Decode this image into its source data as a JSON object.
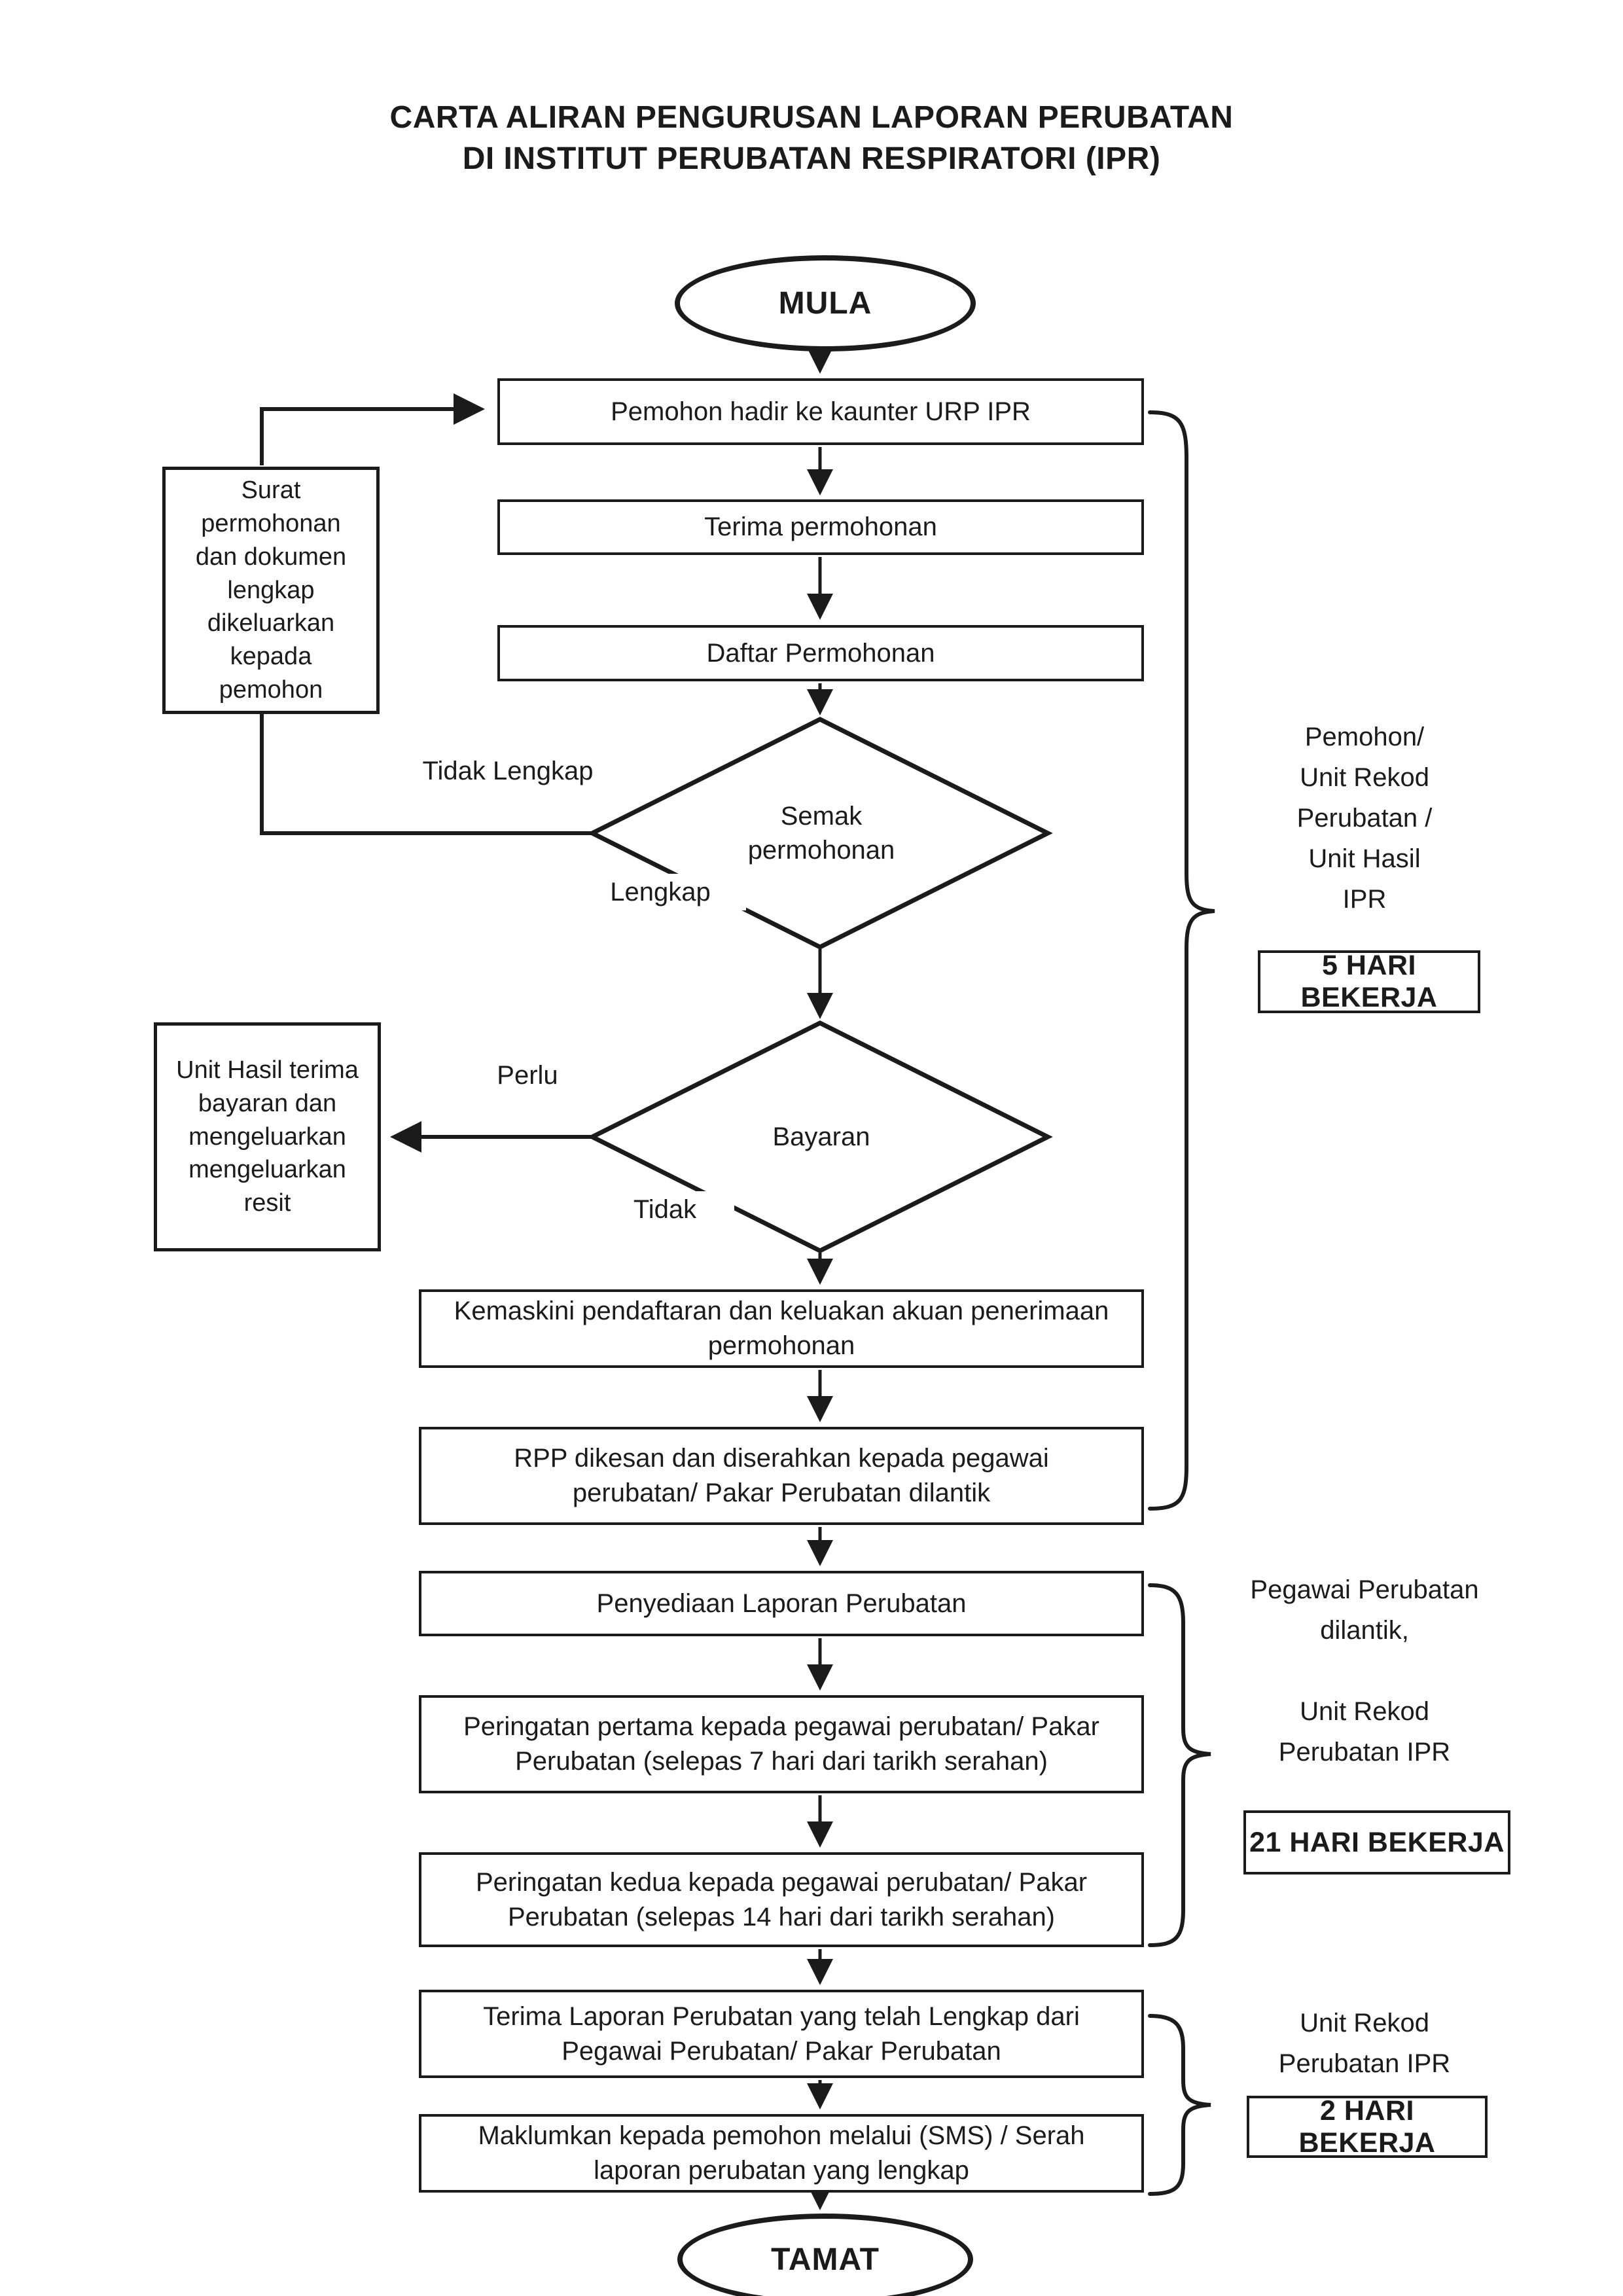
{
  "title": "CARTA ALIRAN PENGURUSAN LAPORAN PERUBATAN\nDI INSTITUT PERUBATAN RESPIRATORI (IPR)",
  "nodes": {
    "start": "MULA",
    "pemohon_hadir": "Pemohon hadir ke kaunter URP IPR",
    "terima_permohonan": "Terima permohonan",
    "daftar_permohonan": "Daftar Permohonan",
    "semak_permohonan": "Semak\npermohonan",
    "surat_permohonan": "Surat\npermohonan\ndan dokumen\nlengkap\ndikeluarkan\nkepada\npemohon",
    "bayaran": "Bayaran",
    "unit_hasil": "Unit Hasil terima\nbayaran dan\nmengeluarkan\nmengeluarkan\nresit",
    "kemaskini": "Kemaskini pendaftaran dan keluakan akuan penerimaan\npermohonan",
    "rpp": "RPP dikesan dan diserahkan kepada pegawai\nperubatan/ Pakar Perubatan dilantik",
    "penyediaan": "Penyediaan Laporan Perubatan",
    "peringatan_pertama": "Peringatan pertama kepada pegawai perubatan/ Pakar\nPerubatan (selepas 7 hari dari tarikh serahan)",
    "peringatan_kedua": "Peringatan kedua kepada pegawai perubatan/ Pakar\nPerubatan (selepas 14 hari dari tarikh serahan)",
    "terima_laporan": "Terima Laporan Perubatan yang telah Lengkap dari\nPegawai Perubatan/ Pakar Perubatan",
    "maklumkan": "Maklumkan kepada pemohon melalui (SMS) / Serah\nlaporan perubatan yang lengkap",
    "end": "TAMAT"
  },
  "branch_labels": {
    "semak_no": "Tidak Lengkap",
    "semak_yes": "Lengkap",
    "bayaran_yes": "Perlu",
    "bayaran_no": "Tidak"
  },
  "annotations": [
    {
      "actor": "Pemohon/\nUnit Rekod\nPerubatan /\nUnit Hasil\nIPR",
      "duration": "5 HARI BEKERJA"
    },
    {
      "actor": "Pegawai Perubatan\ndilantik,\n\nUnit Rekod\nPerubatan IPR",
      "duration": "21 HARI BEKERJA"
    },
    {
      "actor": "Unit Rekod\nPerubatan IPR",
      "duration": "2 HARI BEKERJA"
    }
  ],
  "colors": {
    "ink": "#1b1b1b",
    "paper": "#ffffff"
  }
}
